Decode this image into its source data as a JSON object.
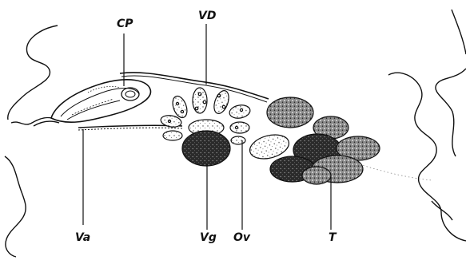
{
  "figure": {
    "labels": {
      "cp": "CP",
      "vd": "VD",
      "va": "Va",
      "vg": "Vg",
      "ov": "Ov",
      "t": "T"
    },
    "colors": {
      "ink": "#111111",
      "paper": "#ffffff",
      "dark_fill": "#1e1e1e",
      "stipple_fill": "#6a6a6a"
    }
  }
}
